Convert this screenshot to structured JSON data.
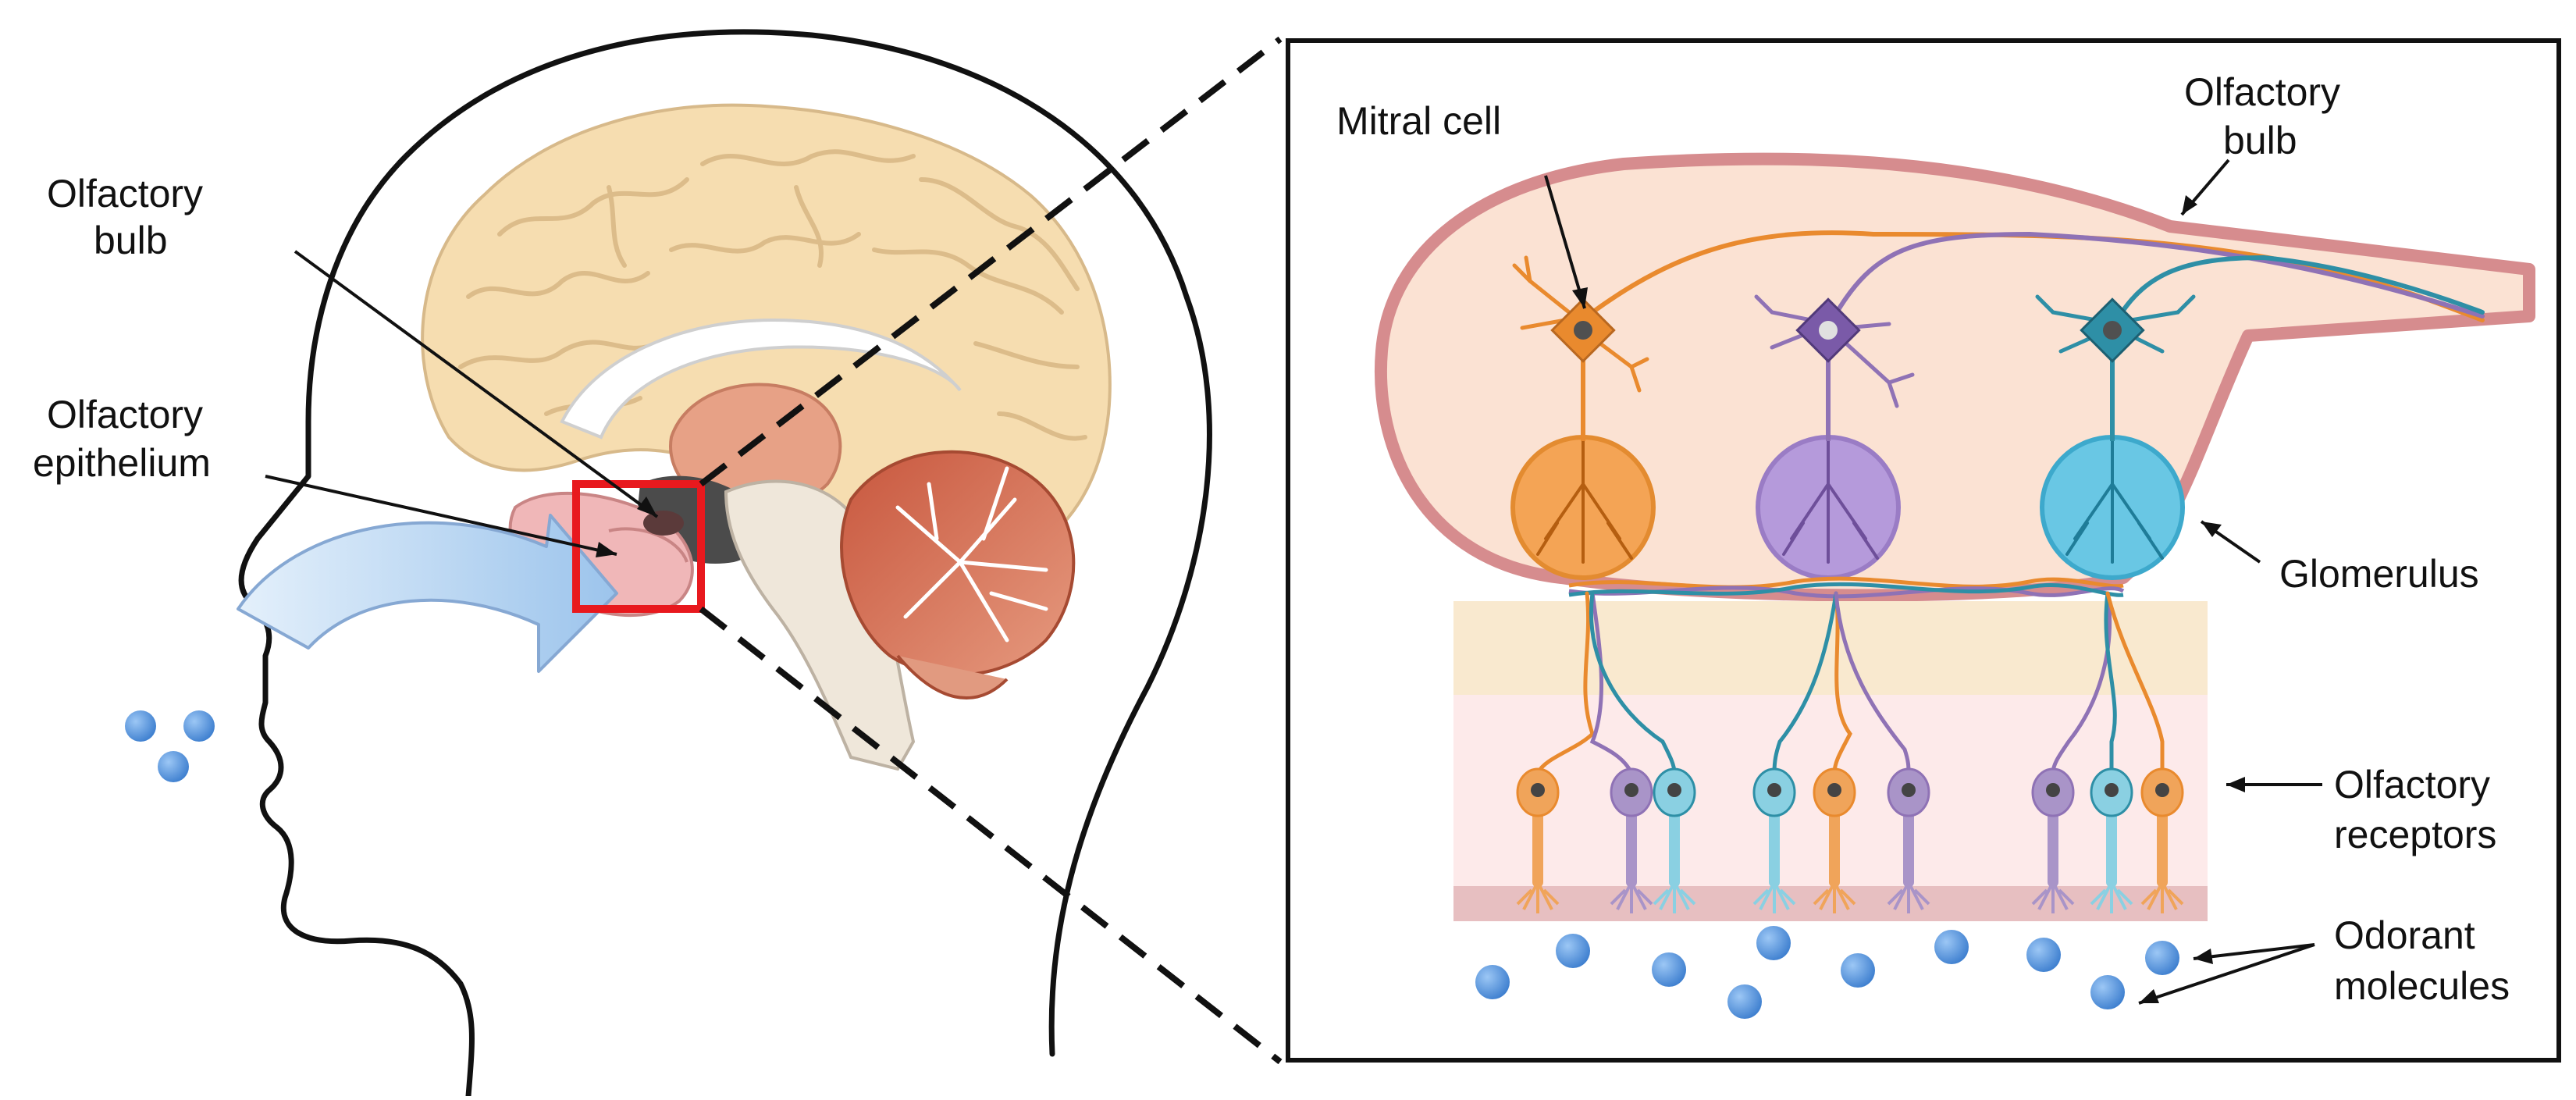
{
  "labels": {
    "head_bulb_line1": "Olfactory",
    "head_bulb_line2": "bulb",
    "epithelium_line1": "Olfactory",
    "epithelium_line2": "epithelium",
    "mitral_cell": "Mitral cell",
    "zoom_bulb_line1": "Olfactory",
    "zoom_bulb_line2": "bulb",
    "glomerulus": "Glomerulus",
    "receptors_line1": "Olfactory",
    "receptors_line2": "receptors",
    "odorant_line1": "Odorant",
    "odorant_line2": "molecules"
  },
  "colors": {
    "orange": "#E98A2E",
    "purple": "#8F72B5",
    "teal": "#2E8FA6",
    "orange_glomerulus": "#F4A455",
    "purple_glomerulus": "#B59ADB",
    "teal_glomerulus": "#69C7E4",
    "bulb_fill": "#FBE2D3",
    "bulb_outline": "#D68C8E",
    "brain": "#F6DDB0",
    "odorant": "#4C8EDB",
    "airflow": "#B9D6F2",
    "highlight_box": "#E8191E"
  },
  "receptor_sequence": [
    "orange",
    "purple",
    "teal",
    "teal",
    "orange",
    "purple",
    "purple",
    "teal",
    "orange"
  ]
}
